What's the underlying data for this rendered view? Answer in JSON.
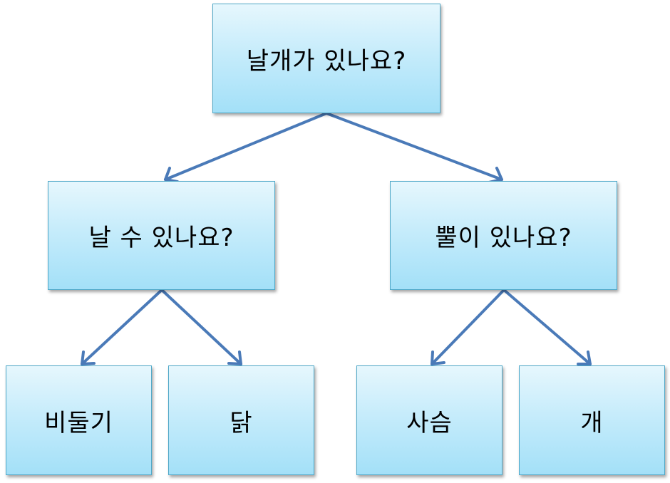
{
  "diagram": {
    "root": {
      "label": "날개가 있나요?"
    },
    "left": {
      "label": "날 수 있나요?"
    },
    "right": {
      "label": "뿔이 있나요?"
    },
    "leaves": {
      "pigeon": "비둘기",
      "chicken": "닭",
      "deer": "사슴",
      "dog": "개"
    }
  },
  "colors": {
    "node_border": "#4fa8c8",
    "node_fill_top": "#e6f7fd",
    "node_fill_bottom": "#a3e0f8",
    "edge": "#4a7ab8"
  }
}
